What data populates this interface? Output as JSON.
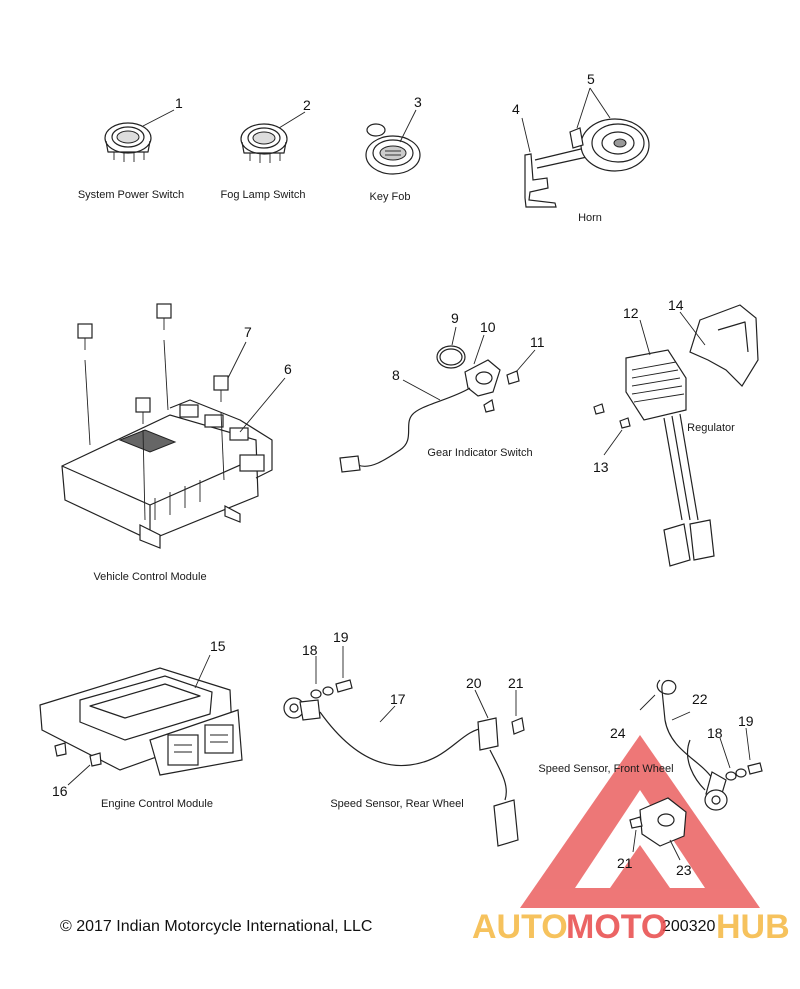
{
  "parts": {
    "p1": {
      "number": "1",
      "label": "System Power Switch"
    },
    "p2": {
      "number": "2",
      "label": "Fog Lamp Switch"
    },
    "p3": {
      "number": "3",
      "label": "Key Fob"
    },
    "p4": {
      "number": "4"
    },
    "p5": {
      "number": "5"
    },
    "horn": {
      "label": "Horn"
    },
    "p6": {
      "number": "6"
    },
    "p7": {
      "number": "7"
    },
    "vcm": {
      "label": "Vehicle Control Module"
    },
    "p8": {
      "number": "8"
    },
    "p9": {
      "number": "9"
    },
    "p10": {
      "number": "10"
    },
    "p11": {
      "number": "11"
    },
    "gear": {
      "label": "Gear Indicator Switch"
    },
    "p12": {
      "number": "12"
    },
    "p13": {
      "number": "13"
    },
    "p14": {
      "number": "14"
    },
    "regulator": {
      "label": "Regulator"
    },
    "p15": {
      "number": "15"
    },
    "p16": {
      "number": "16"
    },
    "ecm": {
      "label": "Engine Control Module"
    },
    "p17": {
      "number": "17"
    },
    "p18a": {
      "number": "18"
    },
    "p19a": {
      "number": "19"
    },
    "p20": {
      "number": "20"
    },
    "p21a": {
      "number": "21"
    },
    "rear": {
      "label": "Speed Sensor, Rear Wheel"
    },
    "p22": {
      "number": "22"
    },
    "p24": {
      "number": "24"
    },
    "p18b": {
      "number": "18"
    },
    "p19b": {
      "number": "19"
    },
    "p21b": {
      "number": "21"
    },
    "p23": {
      "number": "23"
    },
    "front": {
      "label": "Speed Sensor, Front Wheel"
    }
  },
  "footer": {
    "copyright": "© 2017 Indian Motorcycle International, LLC",
    "diagram_id": "200320"
  },
  "watermark": {
    "text_auto": "AUTO",
    "text_moto": "MOTO",
    "text_hub": "HUB",
    "color_triangle": "#e84a4a",
    "color_auto": "#f5b841",
    "color_hub": "#f5b841"
  }
}
